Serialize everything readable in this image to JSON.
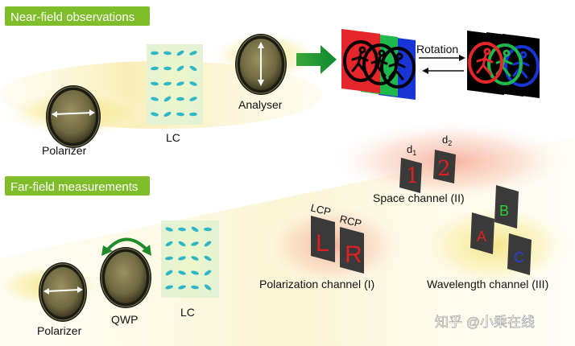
{
  "sections": {
    "near_field": "Near-field observations",
    "far_field": "Far-field measurements"
  },
  "labels": {
    "polarizer_top": "Polarizer",
    "lc_top": "LC",
    "analyser": "Analyser",
    "rotation": "Rotation",
    "polarizer_bottom": "Polarizer",
    "qwp": "QWP",
    "lc_bottom": "LC",
    "space_channel": "Space channel (II)",
    "polarization_channel": "Polarization channel (I)",
    "wavelength_channel": "Wavelength channel (III)",
    "d1": "d",
    "d1_sub": "1",
    "d2": "d",
    "d2_sub": "2",
    "lcp": "LCP",
    "rcp": "RCP",
    "digit_1": "1",
    "digit_2": "2",
    "letter_L": "L",
    "letter_R": "R",
    "letter_A": "A",
    "letter_B": "B",
    "letter_C": "C"
  },
  "watermark": "知乎 @小乘在线",
  "colors": {
    "section_bg": "#7fbd2a",
    "red_panel": "#e5262a",
    "green_panel": "#1db94a",
    "blue_panel": "#1a35d6",
    "tile_bg": "#3a3a3a",
    "tile_red": "#e02020",
    "tile_green": "#2ecc2e",
    "tile_blue": "#2a3ed8"
  }
}
